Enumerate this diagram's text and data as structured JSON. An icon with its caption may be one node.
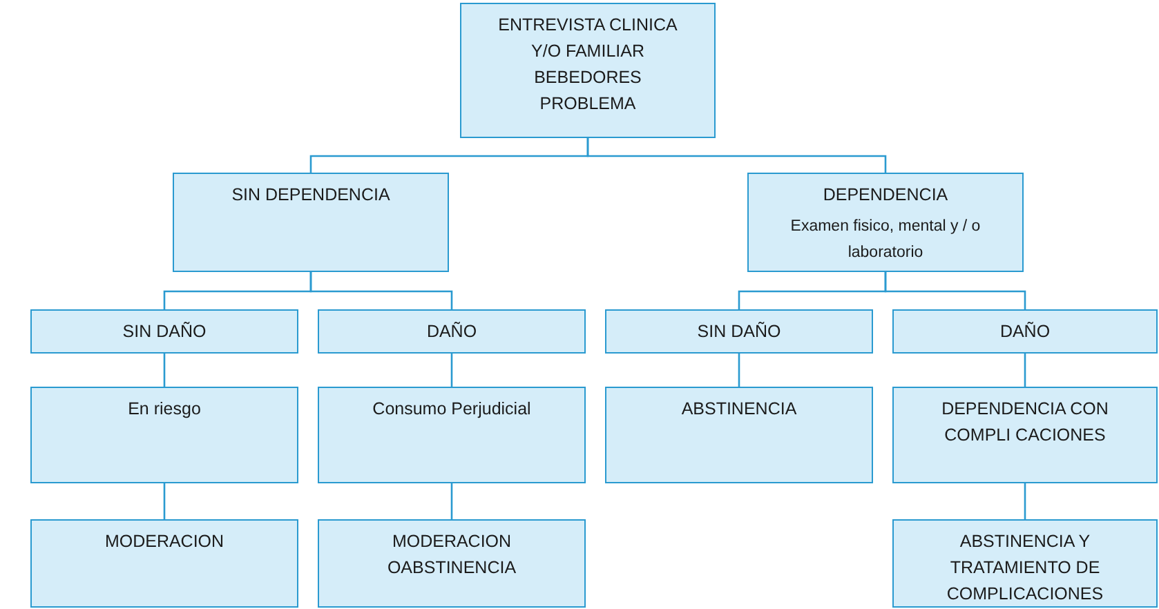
{
  "diagram": {
    "nodes": [
      {
        "text": [
          "ENTREVISTA CLINICA Y/O FAMILIAR BEBEDORES PROBLEMA"
        ]
      },
      {
        "text": [
          "SIN DEPENDENCIA"
        ]
      },
      {
        "text": [
          "DEPENDENCIA",
          "Examen fisico, mental y / o laboratorio"
        ]
      },
      {
        "text": [
          "SIN DAÑO"
        ]
      },
      {
        "text": [
          "DAÑO"
        ]
      },
      {
        "text": [
          "SIN DAÑO"
        ]
      },
      {
        "text": [
          "DAÑO"
        ]
      },
      {
        "text": [
          "En riesgo"
        ]
      },
      {
        "text": [
          "Consumo Perjudicial"
        ]
      },
      {
        "text": [
          "ABSTINENCIA"
        ]
      },
      {
        "text": [
          "DEPENDENCIA CON COMPLI CACIONES"
        ]
      },
      {
        "text": [
          "MODERACION"
        ]
      },
      {
        "text": [
          "MODERACION OABSTINENCIA"
        ]
      },
      {
        "text": [
          "ABSTINENCIA Y TRATAMIENTO DE COMPLICACIONES"
        ]
      }
    ],
    "edges": [
      {
        "from": 0,
        "to": 1,
        "arrow": "none"
      },
      {
        "from": 0,
        "to": 2,
        "arrow": "none"
      },
      {
        "from": 1,
        "to": 3,
        "arrow": "none"
      },
      {
        "from": 1,
        "to": 4,
        "arrow": "none"
      },
      {
        "from": 2,
        "to": 5,
        "arrow": "none"
      },
      {
        "from": 2,
        "to": 6,
        "arrow": "none"
      },
      {
        "from": 3,
        "to": 7,
        "arrow": "none"
      },
      {
        "from": 4,
        "to": 8,
        "arrow": "none"
      },
      {
        "from": 5,
        "to": 9,
        "arrow": "none"
      },
      {
        "from": 6,
        "to": 10,
        "arrow": "none"
      },
      {
        "from": 7,
        "to": 11,
        "arrow": "none"
      },
      {
        "from": 8,
        "to": 12,
        "arrow": "none"
      },
      {
        "from": 10,
        "to": 13,
        "arrow": "none"
      }
    ]
  }
}
